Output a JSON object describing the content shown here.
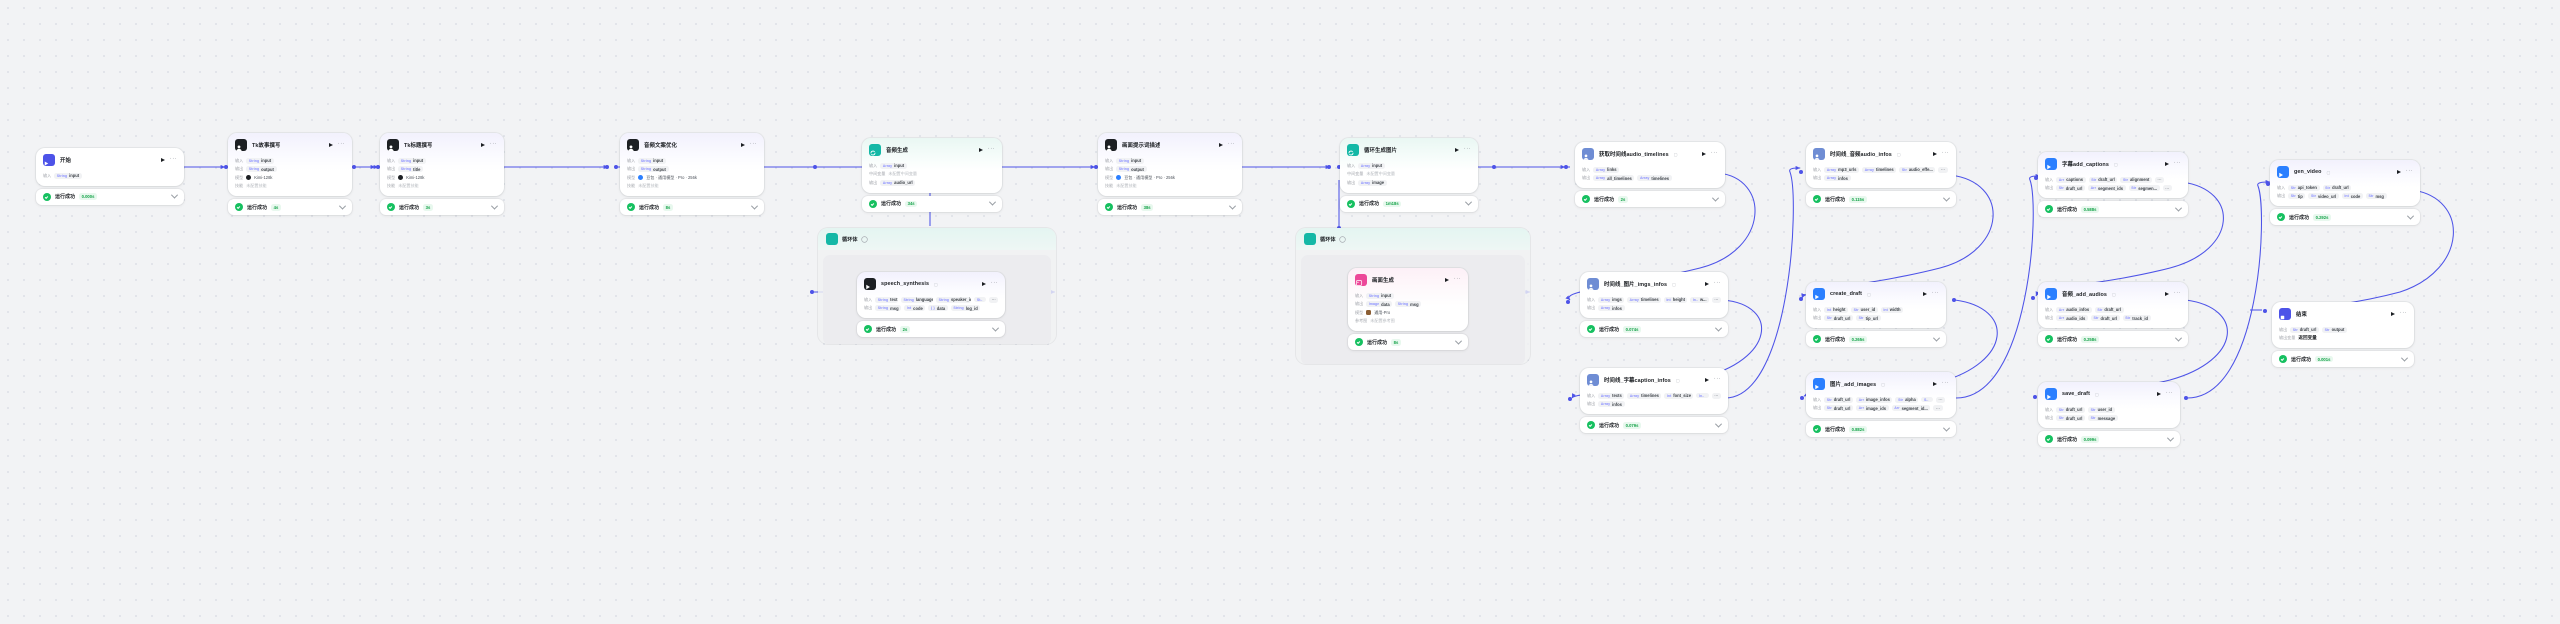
{
  "app": {
    "type": "workflow-canvas",
    "accent": "#4d53e8",
    "success_color": "#16c060",
    "status_label": "运行成功"
  },
  "labels": {
    "in": "输入",
    "out": "输出",
    "model": "模型",
    "skill": "技能",
    "midvar": "中间变量",
    "ref": "参考图",
    "outvar": "输出变量",
    "loop": "循环体"
  },
  "nodes": [
    {
      "id": "start",
      "title": "开始",
      "icon": "start-icon",
      "tint": "plain",
      "iconColor": "indigo",
      "rows": [
        {
          "label": "输入",
          "chips": [
            {
              "t": "String",
              "v": "input"
            }
          ]
        }
      ],
      "status": "运行成功",
      "dur": "0.000s"
    },
    {
      "id": "tk_story",
      "title": "Tk故事撰写",
      "icon": "model-icon",
      "tint": "purple",
      "iconColor": "dark",
      "rows": [
        {
          "label": "输入",
          "chips": [
            {
              "t": "String",
              "v": "input"
            }
          ]
        },
        {
          "label": "输出",
          "chips": [
            {
              "t": "String",
              "v": "output"
            }
          ]
        },
        {
          "label": "模型",
          "model": "Kimi-128k",
          "dot": "k"
        },
        {
          "label": "技能",
          "muted": "未配置技能"
        }
      ],
      "status": "运行成功",
      "dur": "4s"
    },
    {
      "id": "tk_title",
      "title": "Tk标题撰写",
      "icon": "model-icon",
      "tint": "purple",
      "iconColor": "dark",
      "rows": [
        {
          "label": "输入",
          "chips": [
            {
              "t": "String",
              "v": "input"
            }
          ]
        },
        {
          "label": "输出",
          "chips": [
            {
              "t": "String",
              "v": "title"
            }
          ]
        },
        {
          "label": "模型",
          "model": "Kimi-128k",
          "dot": "k"
        },
        {
          "label": "技能",
          "muted": "未配置技能"
        }
      ],
      "status": "运行成功",
      "dur": "3s"
    },
    {
      "id": "audio_copy",
      "title": "音频文案优化",
      "icon": "model-icon",
      "tint": "purple",
      "iconColor": "dark",
      "rows": [
        {
          "label": "输入",
          "chips": [
            {
              "t": "String",
              "v": "input"
            }
          ]
        },
        {
          "label": "输出",
          "chips": [
            {
              "t": "String",
              "v": "output"
            }
          ]
        },
        {
          "label": "模型",
          "model": "豆包 · 通用模型 · Pro · 256k",
          "dot": "b"
        },
        {
          "label": "技能",
          "muted": "未配置技能"
        }
      ],
      "status": "运行成功",
      "dur": "8s"
    },
    {
      "id": "audio_gen",
      "title": "音频生成",
      "icon": "loop-icon",
      "tint": "green",
      "iconColor": "teal",
      "rows": [
        {
          "label": "输入",
          "chips": [
            {
              "t": "Array",
              "v": "input"
            }
          ]
        },
        {
          "label": "中间变量",
          "muted": "未配置中间变量"
        },
        {
          "label": "输出",
          "chips": [
            {
              "t": "Array",
              "v": "audio_url"
            }
          ]
        }
      ],
      "status": "运行成功",
      "dur": "34s"
    },
    {
      "id": "speech_synth",
      "title": "speech_synthesis",
      "icon": "plugin-icon",
      "tint": "purple",
      "iconColor": "dark",
      "plugin": true,
      "rows": [
        {
          "label": "输入",
          "chips": [
            {
              "t": "String",
              "v": "text"
            },
            {
              "t": "String",
              "v": "language"
            },
            {
              "t": "String",
              "v": "speaker_id"
            },
            {
              "t": "St..",
              "v": ""
            },
            {
              "t": "",
              "v": "···"
            }
          ]
        },
        {
          "label": "输出",
          "chips": [
            {
              "t": "String",
              "v": "msg"
            },
            {
              "t": "Int",
              "v": "code"
            },
            {
              "t": "{ }",
              "v": "data"
            },
            {
              "t": "String",
              "v": "log_id"
            }
          ]
        }
      ],
      "status": "运行成功",
      "dur": "2s"
    },
    {
      "id": "img_prompt",
      "title": "画面提示词描述",
      "icon": "model-icon",
      "tint": "purple",
      "iconColor": "dark",
      "rows": [
        {
          "label": "输入",
          "chips": [
            {
              "t": "String",
              "v": "input"
            }
          ]
        },
        {
          "label": "输出",
          "chips": [
            {
              "t": "String",
              "v": "output"
            }
          ]
        },
        {
          "label": "模型",
          "model": "豆包 · 通用模型 · Pro · 256k",
          "dot": "b"
        },
        {
          "label": "技能",
          "muted": "未配置技能"
        }
      ],
      "status": "运行成功",
      "dur": "38s"
    },
    {
      "id": "loop_gen_img",
      "title": "循环生成图片",
      "icon": "loop-icon",
      "tint": "green",
      "iconColor": "teal",
      "rows": [
        {
          "label": "输入",
          "chips": [
            {
              "t": "Array",
              "v": "input"
            }
          ]
        },
        {
          "label": "中间变量",
          "muted": "未配置中间变量"
        },
        {
          "label": "输出",
          "chips": [
            {
              "t": "Array",
              "v": "image"
            }
          ]
        }
      ],
      "status": "运行成功",
      "dur": "1m18s"
    },
    {
      "id": "pic_gen",
      "title": "画面生成",
      "icon": "image-icon",
      "tint": "pink",
      "iconColor": "pink",
      "rows": [
        {
          "label": "输入",
          "chips": [
            {
              "t": "String",
              "v": "input"
            }
          ]
        },
        {
          "label": "输出",
          "chips": [
            {
              "t": "Image",
              "v": "data"
            },
            {
              "t": "String",
              "v": "msg"
            }
          ]
        },
        {
          "label": "模型",
          "model": "通用-Pro",
          "dot": "br"
        },
        {
          "label": "参考图",
          "muted": "未配置参考图"
        }
      ],
      "status": "运行成功",
      "dur": "8s"
    },
    {
      "id": "audio_timelines",
      "title": "获取时间线audio_timelines",
      "icon": "code-icon",
      "tint": "plain",
      "iconColor": "slate",
      "plugin": true,
      "rows": [
        {
          "label": "输入",
          "chips": [
            {
              "t": "Array",
              "v": "links"
            }
          ]
        },
        {
          "label": "输出",
          "chips": [
            {
              "t": "Array",
              "v": "all_timelines"
            },
            {
              "t": "Array",
              "v": "timelines"
            }
          ]
        }
      ],
      "status": "运行成功",
      "dur": "2s"
    },
    {
      "id": "tl_imgs",
      "title": "时间线_图片_imgs_infos",
      "icon": "code-icon",
      "tint": "plain",
      "iconColor": "slate",
      "plugin": true,
      "rows": [
        {
          "label": "输入",
          "chips": [
            {
              "t": "Array",
              "v": "imgs"
            },
            {
              "t": "Array",
              "v": "timelines"
            },
            {
              "t": "Int",
              "v": "height"
            },
            {
              "t": "In..",
              "v": "w..."
            },
            {
              "t": "",
              "v": "···"
            }
          ]
        },
        {
          "label": "输出",
          "chips": [
            {
              "t": "Array",
              "v": "infos"
            }
          ]
        }
      ],
      "status": "运行成功",
      "dur": "0.074s"
    },
    {
      "id": "tl_caption",
      "title": "时间线_字幕caption_infos",
      "icon": "code-icon",
      "tint": "plain",
      "iconColor": "slate",
      "plugin": true,
      "rows": [
        {
          "label": "输入",
          "chips": [
            {
              "t": "Array",
              "v": "texts"
            },
            {
              "t": "Array",
              "v": "timelines"
            },
            {
              "t": "Int",
              "v": "font_size"
            },
            {
              "t": "In..",
              "v": ""
            },
            {
              "t": "",
              "v": "···"
            }
          ]
        },
        {
          "label": "输出",
          "chips": [
            {
              "t": "Array",
              "v": "infos"
            }
          ]
        }
      ],
      "status": "运行成功",
      "dur": "0.079s"
    },
    {
      "id": "tl_audio",
      "title": "时间线_音频audio_infos",
      "icon": "code-icon",
      "tint": "plain",
      "iconColor": "slate",
      "plugin": true,
      "rows": [
        {
          "label": "输入",
          "chips": [
            {
              "t": "Array",
              "v": "mp3_urls"
            },
            {
              "t": "Array",
              "v": "timelines"
            },
            {
              "t": "Str",
              "v": "audio_effe..."
            },
            {
              "t": "",
              "v": "···"
            }
          ]
        },
        {
          "label": "输出",
          "chips": [
            {
              "t": "Array",
              "v": "infos"
            }
          ]
        }
      ],
      "status": "运行成功",
      "dur": "0.115s"
    },
    {
      "id": "create_draft",
      "title": "create_draft",
      "icon": "plugin-icon",
      "tint": "purple",
      "iconColor": "blue",
      "plugin": true,
      "rows": [
        {
          "label": "输入",
          "chips": [
            {
              "t": "Int",
              "v": "height"
            },
            {
              "t": "Str",
              "v": "user_id"
            },
            {
              "t": "Int",
              "v": "width"
            }
          ]
        },
        {
          "label": "输出",
          "chips": [
            {
              "t": "Str",
              "v": "draft_url"
            },
            {
              "t": "Str",
              "v": "tip_url"
            }
          ]
        }
      ],
      "status": "运行成功",
      "dur": "0.265s"
    },
    {
      "id": "add_images",
      "title": "图片_add_images",
      "icon": "plugin-icon",
      "tint": "purple",
      "iconColor": "blue",
      "plugin": true,
      "rows": [
        {
          "label": "输入",
          "chips": [
            {
              "t": "Str",
              "v": "draft_url"
            },
            {
              "t": "Arr",
              "v": "image_infos"
            },
            {
              "t": "Str",
              "v": "alpha"
            },
            {
              "t": "S..",
              "v": ""
            },
            {
              "t": "",
              "v": "···"
            }
          ]
        },
        {
          "label": "输出",
          "chips": [
            {
              "t": "Str",
              "v": "draft_url"
            },
            {
              "t": "Arr",
              "v": "image_ids"
            },
            {
              "t": "Arr",
              "v": "segment_id..."
            },
            {
              "t": "",
              "v": "···"
            }
          ]
        }
      ],
      "status": "运行成功",
      "dur": "0.882s"
    },
    {
      "id": "add_captions",
      "title": "字幕add_captions",
      "icon": "plugin-icon",
      "tint": "purple",
      "iconColor": "blue",
      "plugin": true,
      "rows": [
        {
          "label": "输入",
          "chips": [
            {
              "t": "Arr",
              "v": "captions"
            },
            {
              "t": "Str",
              "v": "draft_url"
            },
            {
              "t": "Str",
              "v": "alignment"
            },
            {
              "t": "",
              "v": "···"
            }
          ]
        },
        {
          "label": "输出",
          "chips": [
            {
              "t": "Str",
              "v": "draft_url"
            },
            {
              "t": "Arr",
              "v": "segment_ids"
            },
            {
              "t": "Str",
              "v": "segmen..."
            },
            {
              "t": "",
              "v": "···"
            }
          ]
        }
      ],
      "status": "运行成功",
      "dur": "0.588s"
    },
    {
      "id": "add_audios",
      "title": "音频_add_audios",
      "icon": "plugin-icon",
      "tint": "purple",
      "iconColor": "blue",
      "plugin": true,
      "rows": [
        {
          "label": "输入",
          "chips": [
            {
              "t": "Arr",
              "v": "audio_infos"
            },
            {
              "t": "Str",
              "v": "draft_url"
            }
          ]
        },
        {
          "label": "输出",
          "chips": [
            {
              "t": "Arr",
              "v": "audio_ids"
            },
            {
              "t": "Str",
              "v": "draft_url"
            },
            {
              "t": "Str",
              "v": "track_id"
            }
          ]
        }
      ],
      "status": "运行成功",
      "dur": "0.258s"
    },
    {
      "id": "save_draft",
      "title": "save_draft",
      "icon": "plugin-icon",
      "tint": "purple",
      "iconColor": "blue",
      "plugin": true,
      "rows": [
        {
          "label": "输入",
          "chips": [
            {
              "t": "Str",
              "v": "draft_url"
            },
            {
              "t": "Str",
              "v": "user_id"
            }
          ]
        },
        {
          "label": "输出",
          "chips": [
            {
              "t": "Str",
              "v": "draft_url"
            },
            {
              "t": "Str",
              "v": "message"
            }
          ]
        }
      ],
      "status": "运行成功",
      "dur": "0.099s"
    },
    {
      "id": "gen_video",
      "title": "gen_video",
      "icon": "plugin-icon",
      "tint": "purple",
      "iconColor": "blue",
      "plugin": true,
      "rows": [
        {
          "label": "输入",
          "chips": [
            {
              "t": "Str",
              "v": "api_token"
            },
            {
              "t": "Str",
              "v": "draft_url"
            }
          ]
        },
        {
          "label": "输出",
          "chips": [
            {
              "t": "Str",
              "v": "tip"
            },
            {
              "t": "Str",
              "v": "video_url"
            },
            {
              "t": "Int",
              "v": "code"
            },
            {
              "t": "Str",
              "v": "msg"
            }
          ]
        }
      ],
      "status": "运行成功",
      "dur": "0.292s"
    },
    {
      "id": "end",
      "title": "结束",
      "icon": "end-icon",
      "tint": "plain",
      "iconColor": "indigo",
      "rows": [
        {
          "label": "输出",
          "chips": [
            {
              "t": "Str",
              "v": "draft_url"
            },
            {
              "t": "Str",
              "v": "output"
            }
          ]
        },
        {
          "label": "输出变量",
          "bold": "返回变量"
        }
      ],
      "status": "运行成功",
      "dur": "0.001s"
    }
  ]
}
